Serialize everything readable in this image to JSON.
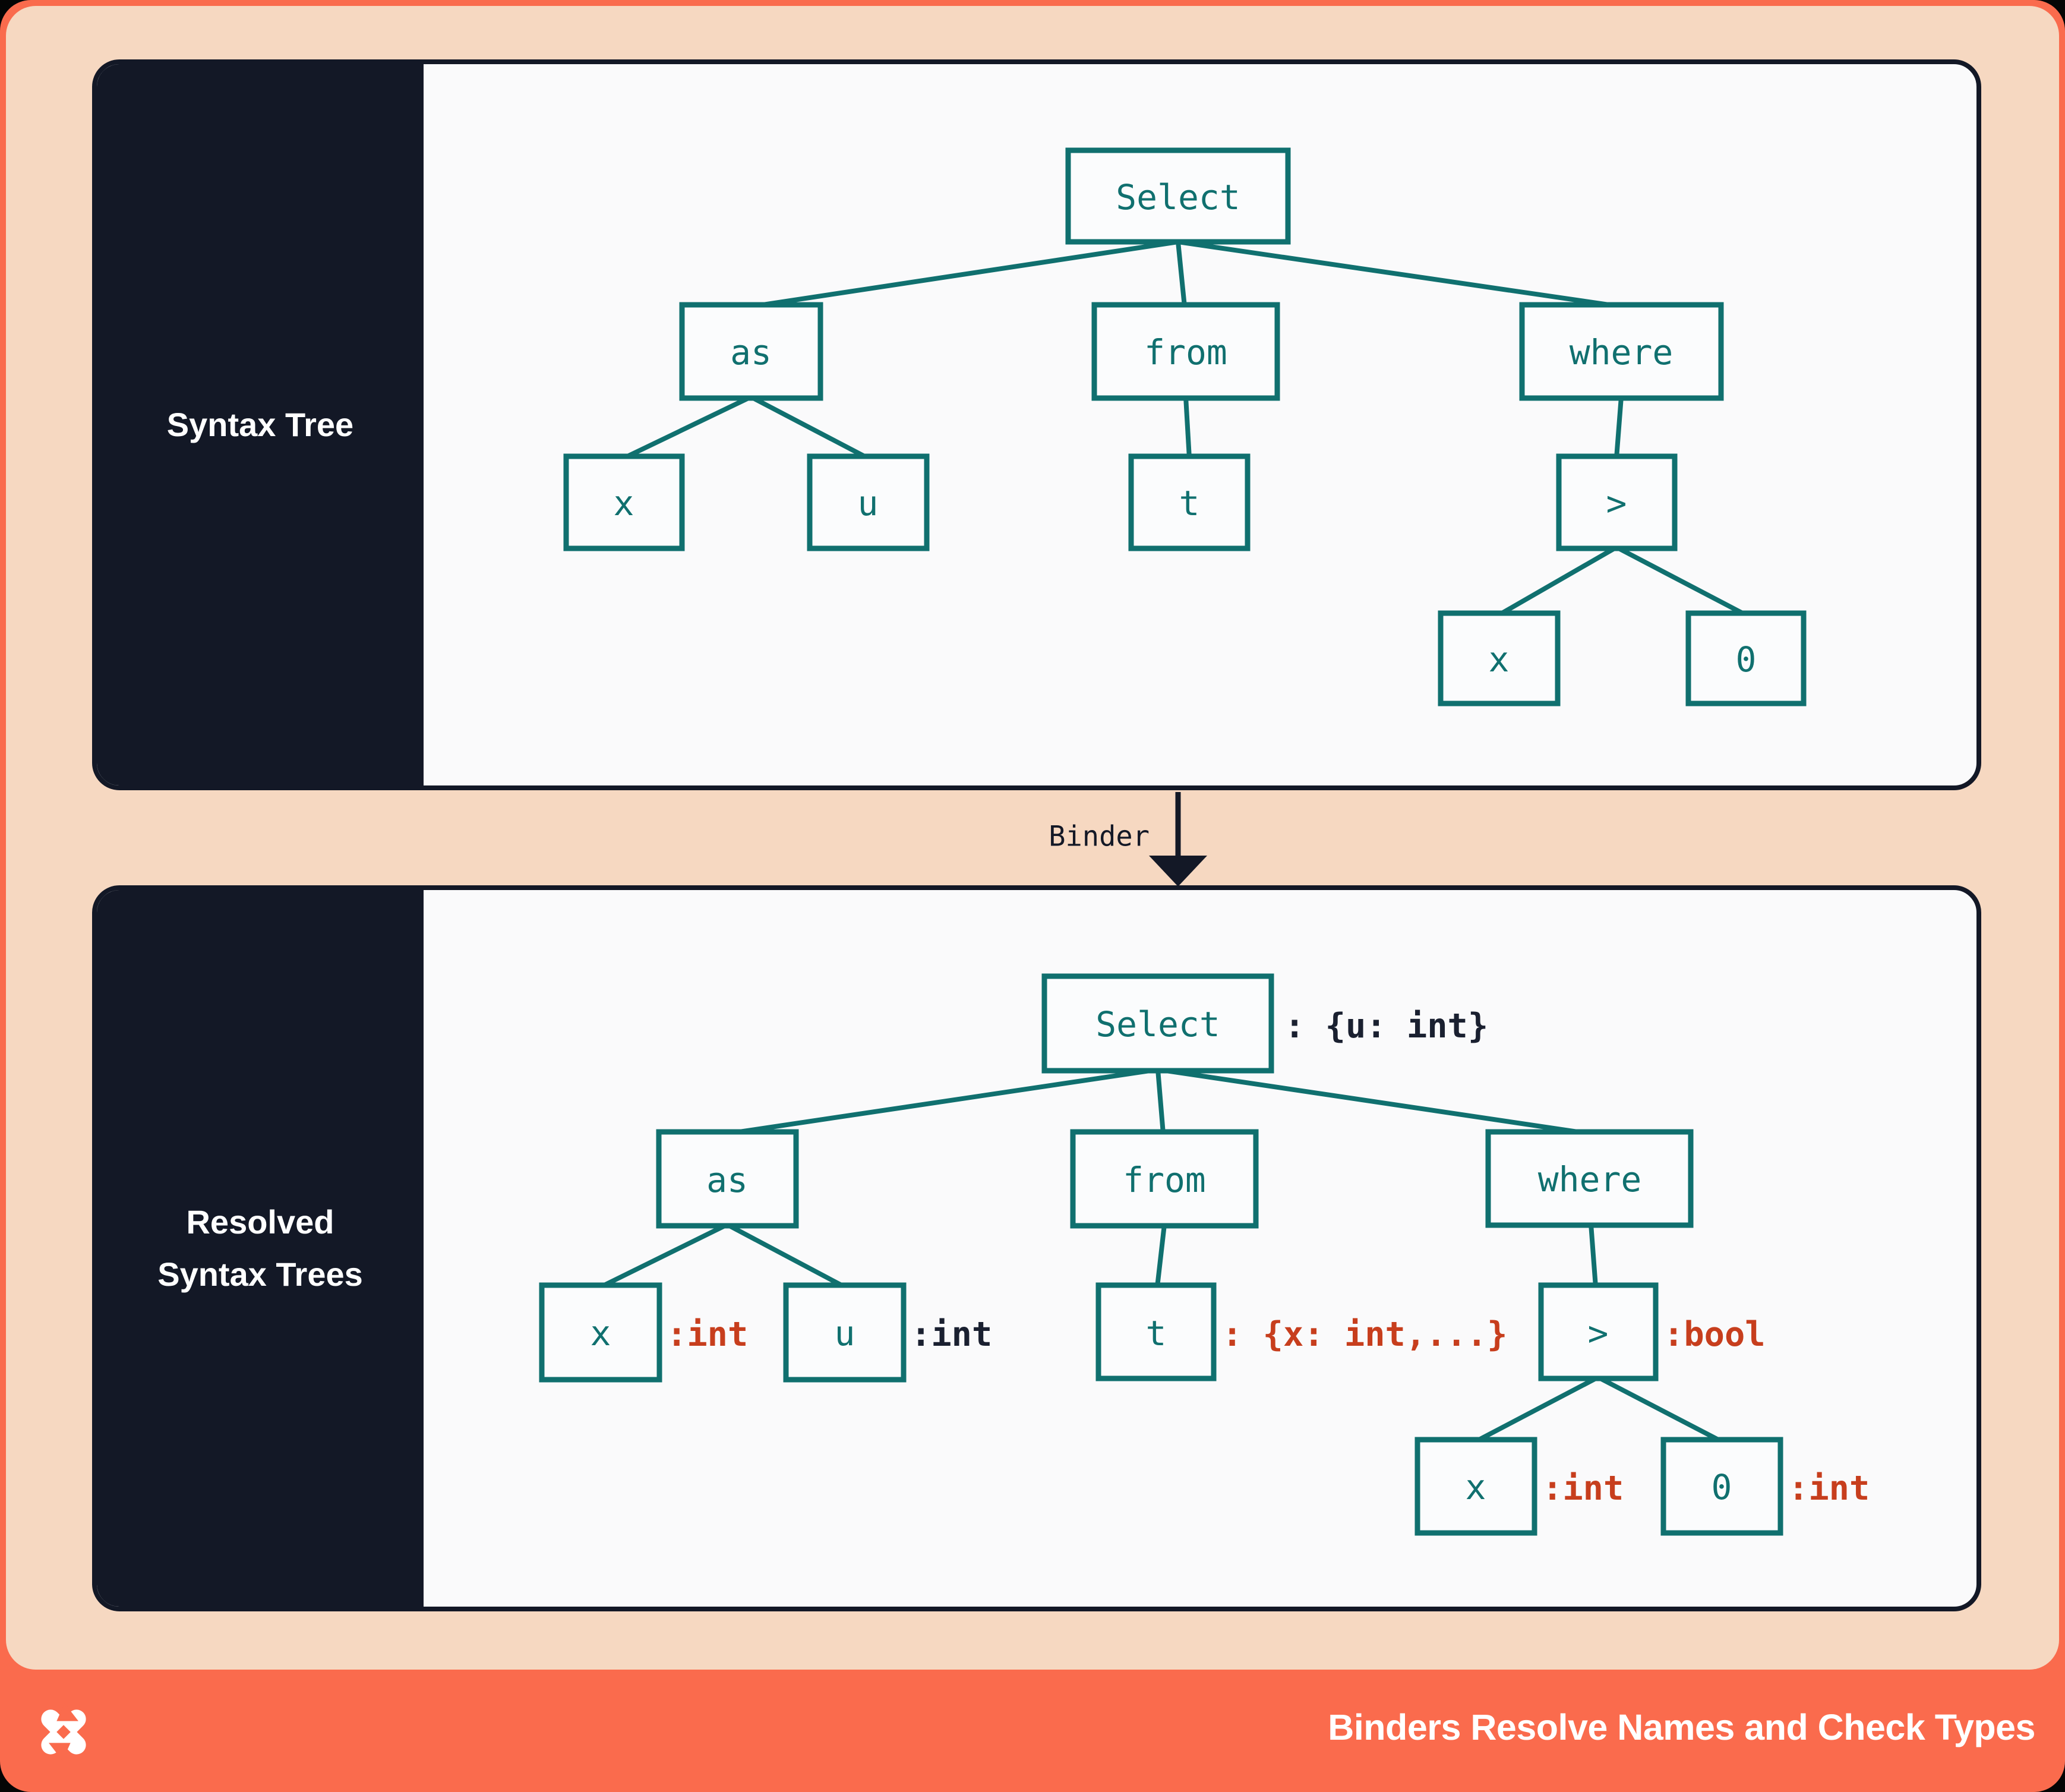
{
  "colors": {
    "orange": "#FA6B4D",
    "peach": "#F6D8C1",
    "navy": "#131826",
    "teal": "#10706F",
    "red": "#C73E1D",
    "panel_bg": "#FAFAFB"
  },
  "top_panel": {
    "label": "Syntax Tree"
  },
  "bottom_panel": {
    "label_lines": [
      "Resolved",
      "Syntax Trees"
    ]
  },
  "binder": {
    "label": "Binder"
  },
  "footer": {
    "title": "Binders Resolve Names and Check Types",
    "logo_icon": "dioxus-star-logo"
  },
  "syntax_tree": {
    "select": "Select",
    "as": "as",
    "from": "from",
    "where": "where",
    "x": "x",
    "u": "u",
    "t": "t",
    "gt": ">",
    "x2": "x",
    "zero": "0"
  },
  "resolved_tree": {
    "select": "Select",
    "select_type": ": {u: int}",
    "as": "as",
    "from": "from",
    "where": "where",
    "x": "x",
    "x_type": ":int",
    "u": "u",
    "u_type": ":int",
    "t": "t",
    "t_type": ": {x: int,...}",
    "gt": ">",
    "gt_type": ":bool",
    "x2": "x",
    "x2_type": ":int",
    "zero": "0",
    "zero_type": ":int"
  }
}
